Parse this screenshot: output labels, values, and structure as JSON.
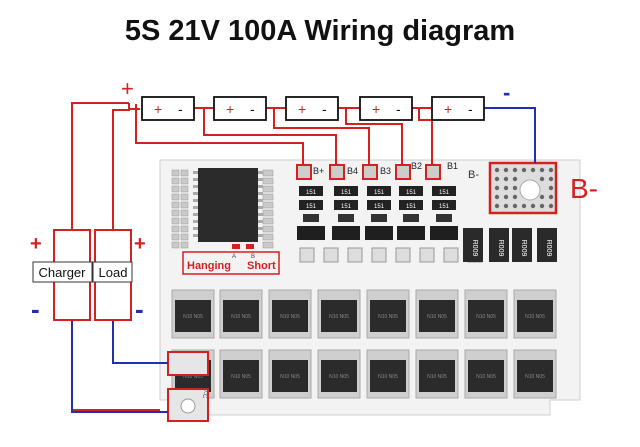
{
  "title": "5S 21V 100A Wiring diagram",
  "colors": {
    "wire_positive": "#d42020",
    "wire_negative": "#2030b0",
    "board": "#f3f3f3",
    "chip": "#2b2b2b"
  },
  "battery_cell_signs": {
    "plus": "+",
    "minus": "-"
  },
  "top_terminal_signs": {
    "plus": "+",
    "minus": "-"
  },
  "balance_labels": [
    "B+",
    "B4",
    "B3",
    "B2",
    "B1"
  ],
  "b_minus_small": "B-",
  "b_minus_big": "B-",
  "charger": {
    "label": "Charger",
    "plus": "+",
    "minus": "-"
  },
  "load": {
    "label": "Load",
    "plus": "+",
    "minus": "-"
  },
  "hanging_label": "Hanging",
  "short_label": "Short",
  "resistor_label": "151",
  "shunt_label": "R009",
  "mosfet_label": "N10 N05",
  "pc_label": "P-C",
  "chip_labels": [
    "A",
    "B"
  ]
}
